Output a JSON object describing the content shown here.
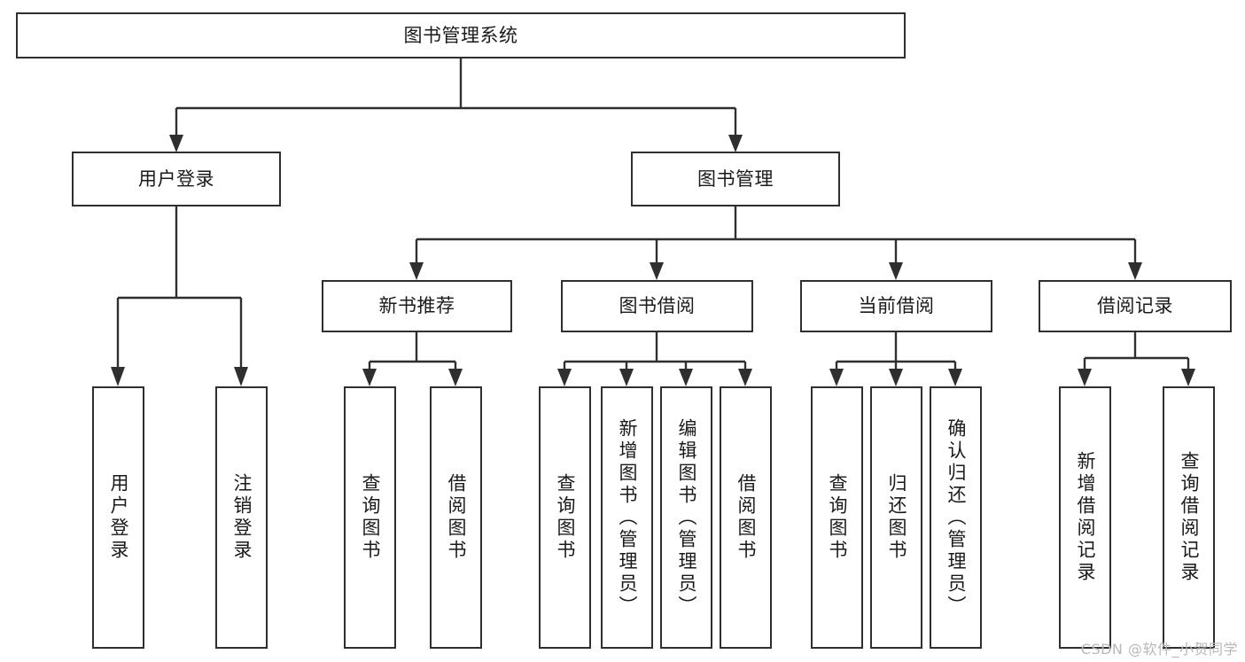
{
  "diagram": {
    "title": "图书管理系统",
    "type": "tree-hierarchy",
    "root": {
      "label": "图书管理系统"
    },
    "level2": [
      {
        "label": "用户登录"
      },
      {
        "label": "图书管理"
      }
    ],
    "level3": [
      {
        "label": "新书推荐"
      },
      {
        "label": "图书借阅"
      },
      {
        "label": "当前借阅"
      },
      {
        "label": "借阅记录"
      }
    ],
    "leaves_user_login": [
      {
        "label": "用户登录"
      },
      {
        "label": "注销登录"
      }
    ],
    "leaves_new_book": [
      {
        "label": "查询图书"
      },
      {
        "label": "借阅图书"
      }
    ],
    "leaves_borrow": [
      {
        "label": "查询图书"
      },
      {
        "label": "新增图书（管理员）"
      },
      {
        "label": "编辑图书（管理员）"
      },
      {
        "label": "借阅图书"
      }
    ],
    "leaves_current": [
      {
        "label": "查询图书"
      },
      {
        "label": "归还图书"
      },
      {
        "label": "确认归还（管理员）"
      }
    ],
    "leaves_record": [
      {
        "label": "新增借阅记录"
      },
      {
        "label": "查询借阅记录"
      }
    ]
  },
  "watermark": {
    "text": "CSDN @软件_小贺同学"
  },
  "colors": {
    "stroke": "#2f2f2f",
    "background": "#ffffff",
    "text": "#1a1a1a",
    "watermark": "#b8b8b8"
  }
}
